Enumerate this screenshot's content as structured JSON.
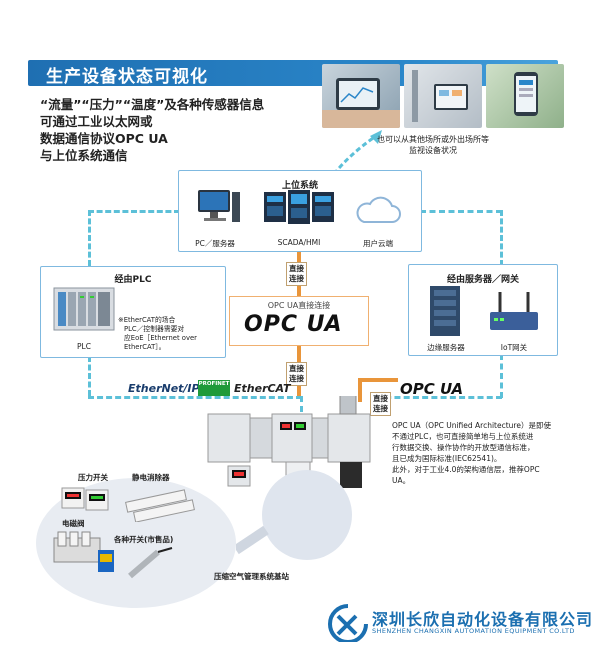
{
  "header": {
    "title": "生产设备状态可视化",
    "intro_lines": [
      "“流量”“压力”“温度”及各种传感器信息",
      "可通过工业以太网或",
      "数据通信协议OPC UA",
      "与上位系统通信"
    ]
  },
  "remote": {
    "note_lines": [
      "也可以从其他场所或外出场所等",
      "监视设备状况"
    ]
  },
  "upper_system": {
    "title": "上位系统",
    "items": [
      "PC／服务器",
      "SCADA/HMI",
      "用户云端"
    ]
  },
  "plc_box": {
    "title": "经由PLC",
    "plc_label": "PLC",
    "note_lines": [
      "※EtherCAT的场合",
      "PLC／控制器需要对",
      "应EoE［Ethernet over",
      "EtherCAT］。"
    ]
  },
  "gateway_box": {
    "title": "经由服务器／网关",
    "items": [
      "边缘服务器",
      "IoT网关"
    ]
  },
  "opc": {
    "title": "OPC UA直接连接",
    "logo_text": "OPC UA",
    "logo_text_small": "OPC UA"
  },
  "protocols": [
    "EtherNet/IP",
    "PROFINET",
    "EtherCAT"
  ],
  "tags": {
    "direct": [
      "直接",
      "连接"
    ]
  },
  "description_lines": [
    "OPC UA（OPC Unified Architecture）是即使",
    "不通过PLC，也可直接简单地与上位系统进",
    "行数据交换、操作协作的开放型通信标准，",
    "且已成为国际标准(IEC62541)。",
    "此外，对于工业4.0的架构通信层，推荐OPC",
    "UA。"
  ],
  "devices": {
    "pressure_switch": "压力开关",
    "ionizer": "静电消除器",
    "solenoid_valve": "电磁阀",
    "switches": "各种开关(市售品)",
    "base": "压缩空气管理系统基站"
  },
  "company": {
    "name_cn": "深圳长欣自动化设备有限公司",
    "name_en": "SHENZHEN CHANGXIN AUTOMATION EQUIPMENT CO.LTD"
  },
  "colors": {
    "banner": "#1f6fb2",
    "dashed_line": "#5cc0d8",
    "direct_line": "#e9953a",
    "box_border": "#7fb9e0",
    "company": "#1b6fb0"
  }
}
